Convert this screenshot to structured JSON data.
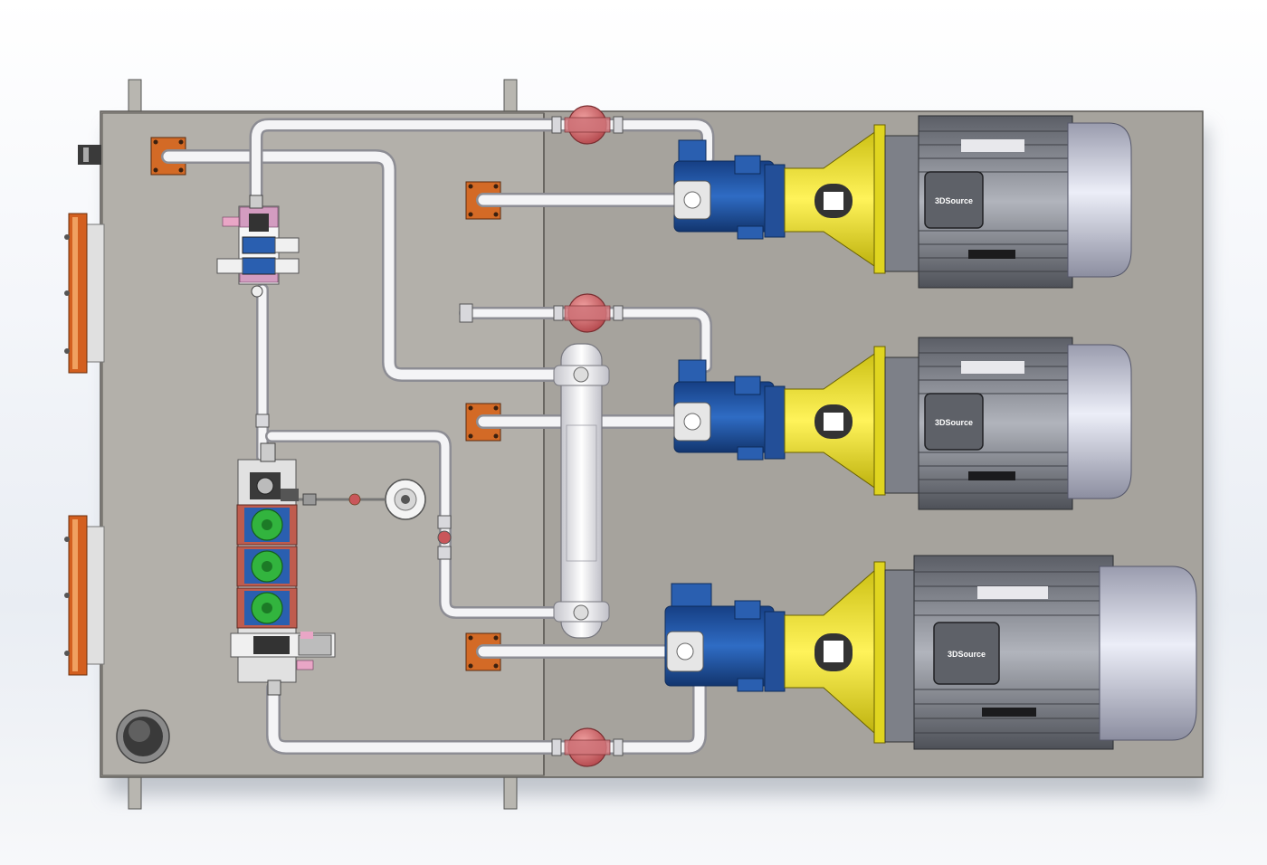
{
  "scene": {
    "type": "hydraulic power unit CAD top view",
    "colors": {
      "base_plate": "#a6a39d",
      "tank": "#b3b0aa",
      "pipe": "#f2f2f4",
      "pump": "#1f57a8",
      "bellhousing": "#e8de2a",
      "motor": "#8d9097",
      "motor_fan_cover": "#c9cbd6",
      "flange": "#d35f1f",
      "valve_red": "#c9565a",
      "valve_green": "#31b43c",
      "valve_block": "#e1e1e1"
    }
  },
  "motors": [
    {
      "id": "motor-1",
      "label": "3DSource"
    },
    {
      "id": "motor-2",
      "label": "3DSource"
    },
    {
      "id": "motor-3",
      "label": "3DSource"
    }
  ],
  "valve_stack": {
    "green_valves": 3,
    "solenoid_valves": 2
  },
  "ball_valves": 3,
  "tank_flanges": 2
}
